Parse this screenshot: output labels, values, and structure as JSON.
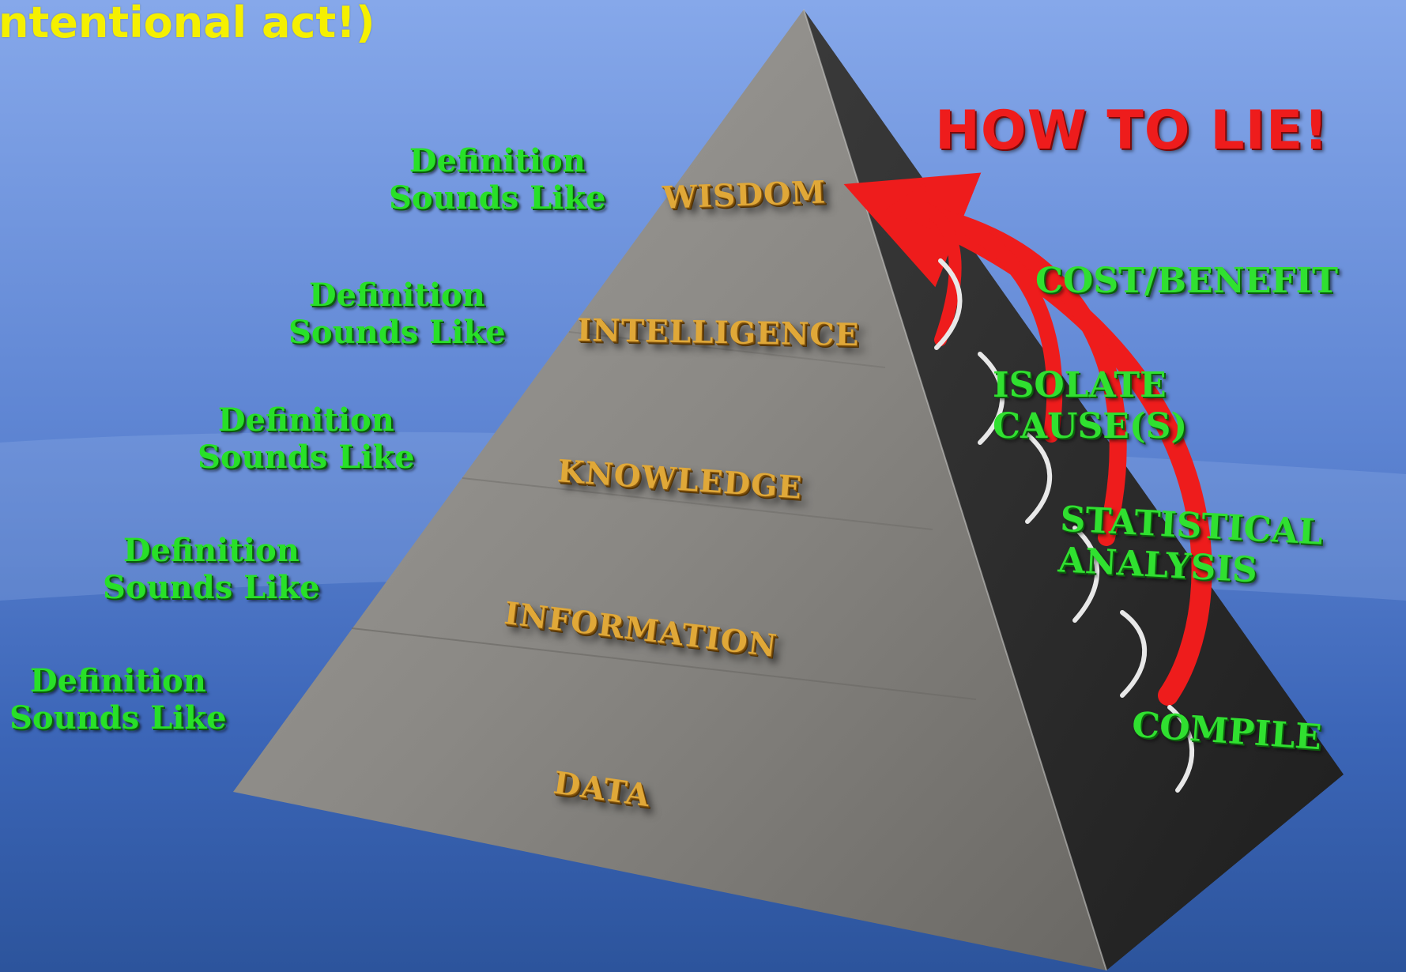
{
  "headline": "ntentional act!)",
  "tiers": [
    {
      "label": "WISDOM",
      "side_label": [
        "Definition",
        "Sounds Like"
      ]
    },
    {
      "label": "INTELLIGENCE",
      "side_label": [
        "Definition",
        "Sounds Like"
      ]
    },
    {
      "label": "KNOWLEDGE",
      "side_label": [
        "Definition",
        "Sounds Like"
      ]
    },
    {
      "label": "INFORMATION",
      "side_label": [
        "Definition",
        "Sounds Like"
      ]
    },
    {
      "label": "DATA",
      "side_label": [
        "Definition",
        "Sounds Like"
      ]
    }
  ],
  "how_to_lie": "HOW TO LIE!",
  "steps": [
    {
      "lines": [
        "COST/BENEFIT"
      ]
    },
    {
      "lines": [
        "ISOLATE",
        "CAUSE(S)"
      ]
    },
    {
      "lines": [
        "STATISTICAL",
        "ANALYSIS"
      ]
    },
    {
      "lines": [
        "COMPILE"
      ]
    }
  ],
  "colors": {
    "sky_top": "#7aa0e6",
    "sky_bottom": "#2e5aa8",
    "pyramid_light": "#8a8886",
    "pyramid_dark": "#2a2a2a",
    "headline": "#f5f000",
    "definition_text": "#28e028",
    "tier_text": "#e0a838",
    "arrow_red": "#ee1c1c",
    "arrow_white": "#e8e8e8"
  }
}
